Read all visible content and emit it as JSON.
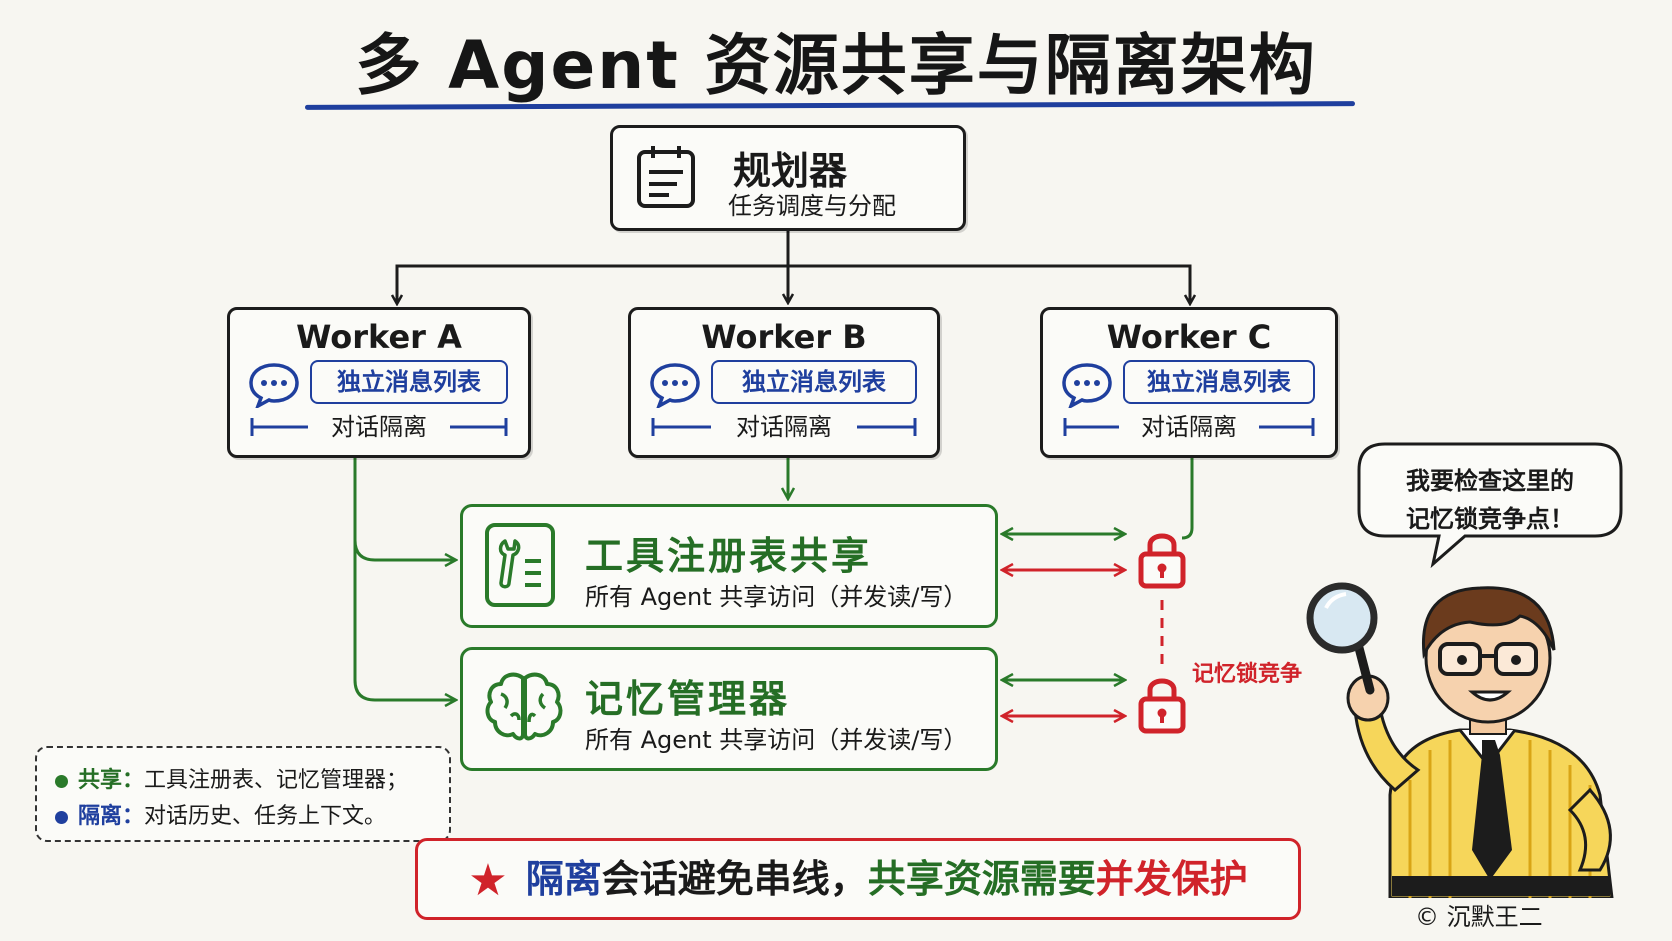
{
  "title": "多 Agent 资源共享与隔离架构",
  "planner": {
    "title": "规划器",
    "subtitle": "任务调度与分配"
  },
  "workers": [
    {
      "name": "Worker A",
      "message_list": "独立消息列表",
      "isolation": "对话隔离"
    },
    {
      "name": "Worker B",
      "message_list": "独立消息列表",
      "isolation": "对话隔离"
    },
    {
      "name": "Worker C",
      "message_list": "独立消息列表",
      "isolation": "对话隔离"
    }
  ],
  "shared_resources": {
    "tools": {
      "title": "工具注册表共享",
      "subtitle": "所有 Agent 共享访问（并发读/写）"
    },
    "memory": {
      "title": "记忆管理器",
      "subtitle": "所有 Agent 共享访问（并发读/写）"
    }
  },
  "lock_contention_label": "记忆锁竞争",
  "legend": {
    "shared": {
      "label": "共享：",
      "text": "工具注册表、记忆管理器；"
    },
    "isolated": {
      "label": "隔离：",
      "text": "对话历史、任务上下文。"
    }
  },
  "banner": {
    "part1": "隔离",
    "part2": "会话避免串线，",
    "part3": "共享资源需要",
    "part4": "并发保护"
  },
  "speech_bubble": {
    "line1": "我要检查这里的",
    "line2": "记忆锁竞争点！"
  },
  "credit": "© 沉默王二",
  "colors": {
    "accent_blue": "#1f3f9e",
    "shared_green": "#2a7a2a",
    "warning_red": "#d0232a"
  },
  "icons": [
    "calendar-icon",
    "chat-bubble-icon",
    "tool-document-icon",
    "brain-icon",
    "lock-icon",
    "star-icon",
    "magnifying-glass-icon"
  ]
}
